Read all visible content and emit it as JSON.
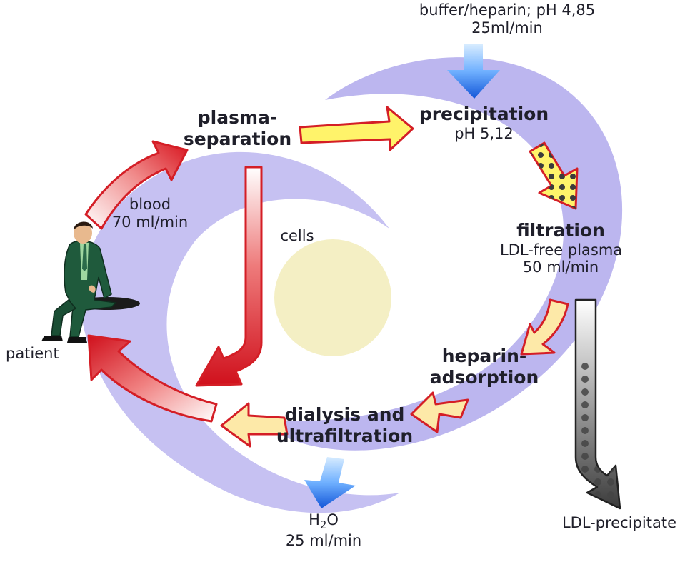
{
  "labels": {
    "buffer_line1": "buffer/heparin; pH 4,85",
    "buffer_line2": "25ml/min",
    "plasma_separation_line1": "plasma-",
    "plasma_separation_line2": "separation",
    "precipitation_title": "precipitation",
    "precipitation_ph": "pH 5,12",
    "blood_line1": "blood",
    "blood_line2": "70 ml/min",
    "cells": "cells",
    "filtration_title": "filtration",
    "filtration_line1": "LDL-free plasma",
    "filtration_line2": "50 ml/min",
    "patient": "patient",
    "heparin_line1": "heparin-",
    "heparin_line2": "adsorption",
    "dialysis_line1": "dialysis and",
    "dialysis_line2": "ultrafiltration",
    "h2o_h": "H",
    "h2o_sub": "2",
    "h2o_o": "O",
    "h2o_rate": "25 ml/min",
    "ldl_precipitate": "LDL-precipitate"
  },
  "colors": {
    "outer_band": "#bcb6ef",
    "inner_band": "#c6c1f2",
    "center_disc": "#f4efc4",
    "yellow_arrow": "#fff36a",
    "pale_arrow": "#fde9a8",
    "red_arrow": "#d8141e",
    "arrow_outline": "#d41e26",
    "blue_arrow": "#1e6ee6",
    "suit": "#1f5a3c"
  }
}
